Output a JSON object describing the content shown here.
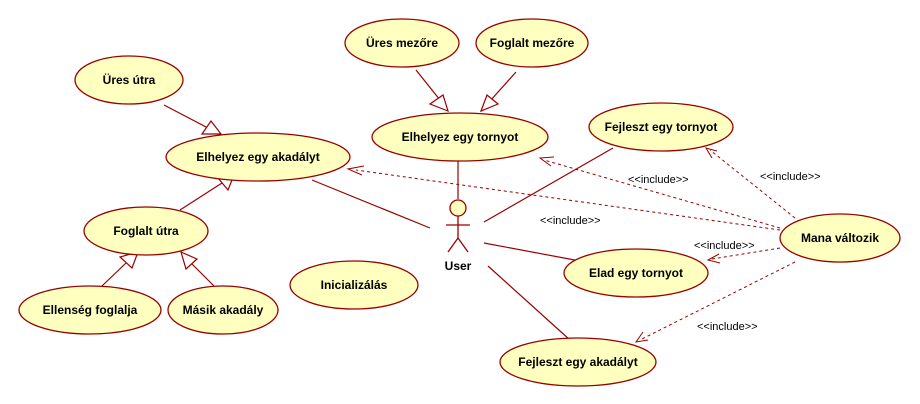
{
  "actor": {
    "name": "User"
  },
  "use_cases": {
    "ures_mezore": "Üres mezőre",
    "foglalt_mezore": "Foglalt mezőre",
    "ures_utra": "Üres útra",
    "elhelyez_tornyot": "Elhelyez egy tornyot",
    "fejleszt_tornyot": "Fejleszt egy tornyot",
    "elhelyez_akadalyt": "Elhelyez egy akadályt",
    "foglalt_utra": "Foglalt útra",
    "inicializalas": "Inicializálás",
    "elad_tornyot": "Elad egy tornyot",
    "mana_valtozik": "Mana változik",
    "ellenseg_foglalja": "Ellenség foglalja",
    "masik_akadaly": "Másik akadály",
    "fejleszt_akadalyt": "Fejleszt egy akadályt"
  },
  "stereotypes": {
    "include_1": "<<include>>",
    "include_2": "<<include>>",
    "include_3": "<<include>>",
    "include_4": "<<include>>",
    "include_5": "<<include>>"
  },
  "colors": {
    "ellipse_fill": "#ffffc0",
    "line": "#990000",
    "background": "#ffffff"
  }
}
